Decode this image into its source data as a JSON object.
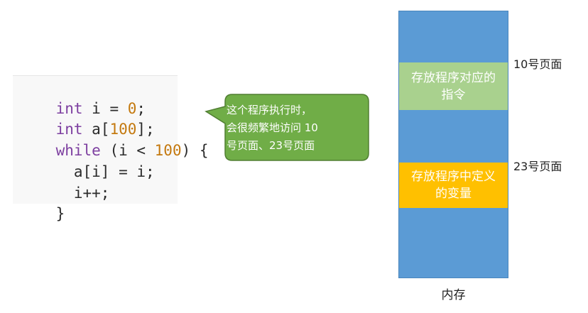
{
  "code": {
    "lines": [
      [
        {
          "t": "int",
          "c": "kw"
        },
        {
          "t": " i = ",
          "c": "plain"
        },
        {
          "t": "0",
          "c": "num"
        },
        {
          "t": ";",
          "c": "plain"
        }
      ],
      [
        {
          "t": "int",
          "c": "kw"
        },
        {
          "t": " a[",
          "c": "plain"
        },
        {
          "t": "100",
          "c": "num"
        },
        {
          "t": "];",
          "c": "plain"
        }
      ],
      [
        {
          "t": "while",
          "c": "kw"
        },
        {
          "t": " (i < ",
          "c": "plain"
        },
        {
          "t": "100",
          "c": "num"
        },
        {
          "t": ") {",
          "c": "plain"
        }
      ],
      [
        {
          "t": "  a[i] = i;",
          "c": "plain"
        }
      ],
      [
        {
          "t": "  i++;",
          "c": "plain"
        }
      ],
      [
        {
          "t": "}",
          "c": "plain"
        }
      ]
    ]
  },
  "callout": {
    "line1": "这个程序执行时，",
    "line2": "会很频繁地访问 10",
    "line3": "号页面、23号页面"
  },
  "memory": {
    "instructions_block": "存放程序对应的指令",
    "variables_block": "存放程序中定义的变量",
    "caption": "内存"
  },
  "labels": {
    "page10": "10号页面",
    "page23": "23号页面"
  },
  "colors": {
    "memory_blue": "#5b9bd5",
    "instructions_green": "#a9d18e",
    "variables_orange": "#ffc000",
    "callout_green": "#70ad47"
  }
}
